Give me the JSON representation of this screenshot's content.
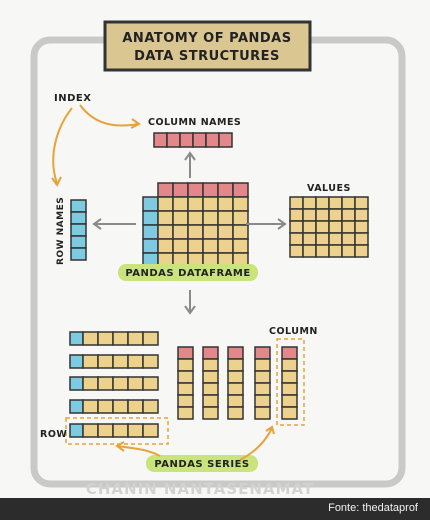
{
  "title": {
    "line1": "ANATOMY OF PANDAS",
    "line2": "DATA STRUCTURES"
  },
  "labels": {
    "index": "INDEX",
    "column_names": "COLUMN NAMES",
    "row_names": "ROW NAMES",
    "values": "VALUES",
    "pandas_dataframe": "PANDAS DATAFRAME",
    "column": "COLUMN",
    "row": "ROW",
    "pandas_series": "PANDAS SERIES"
  },
  "author_watermark": "CHANIN NANTASENAMAT",
  "caption": "Fonte: thedataprof",
  "colors": {
    "pink": "#e3888a",
    "blue": "#7ccbe1",
    "yellow": "#ecd28c",
    "cell_border": "#333333",
    "paper": "#f7f7f5",
    "frame": "#c9c9c9",
    "arrow_orange": "#e7a33a",
    "arrow_gray": "#8a8a8a",
    "title_box": "#d9c690",
    "highlight_green": "#c9e37d",
    "dashed_orange": "#e7a33a"
  }
}
